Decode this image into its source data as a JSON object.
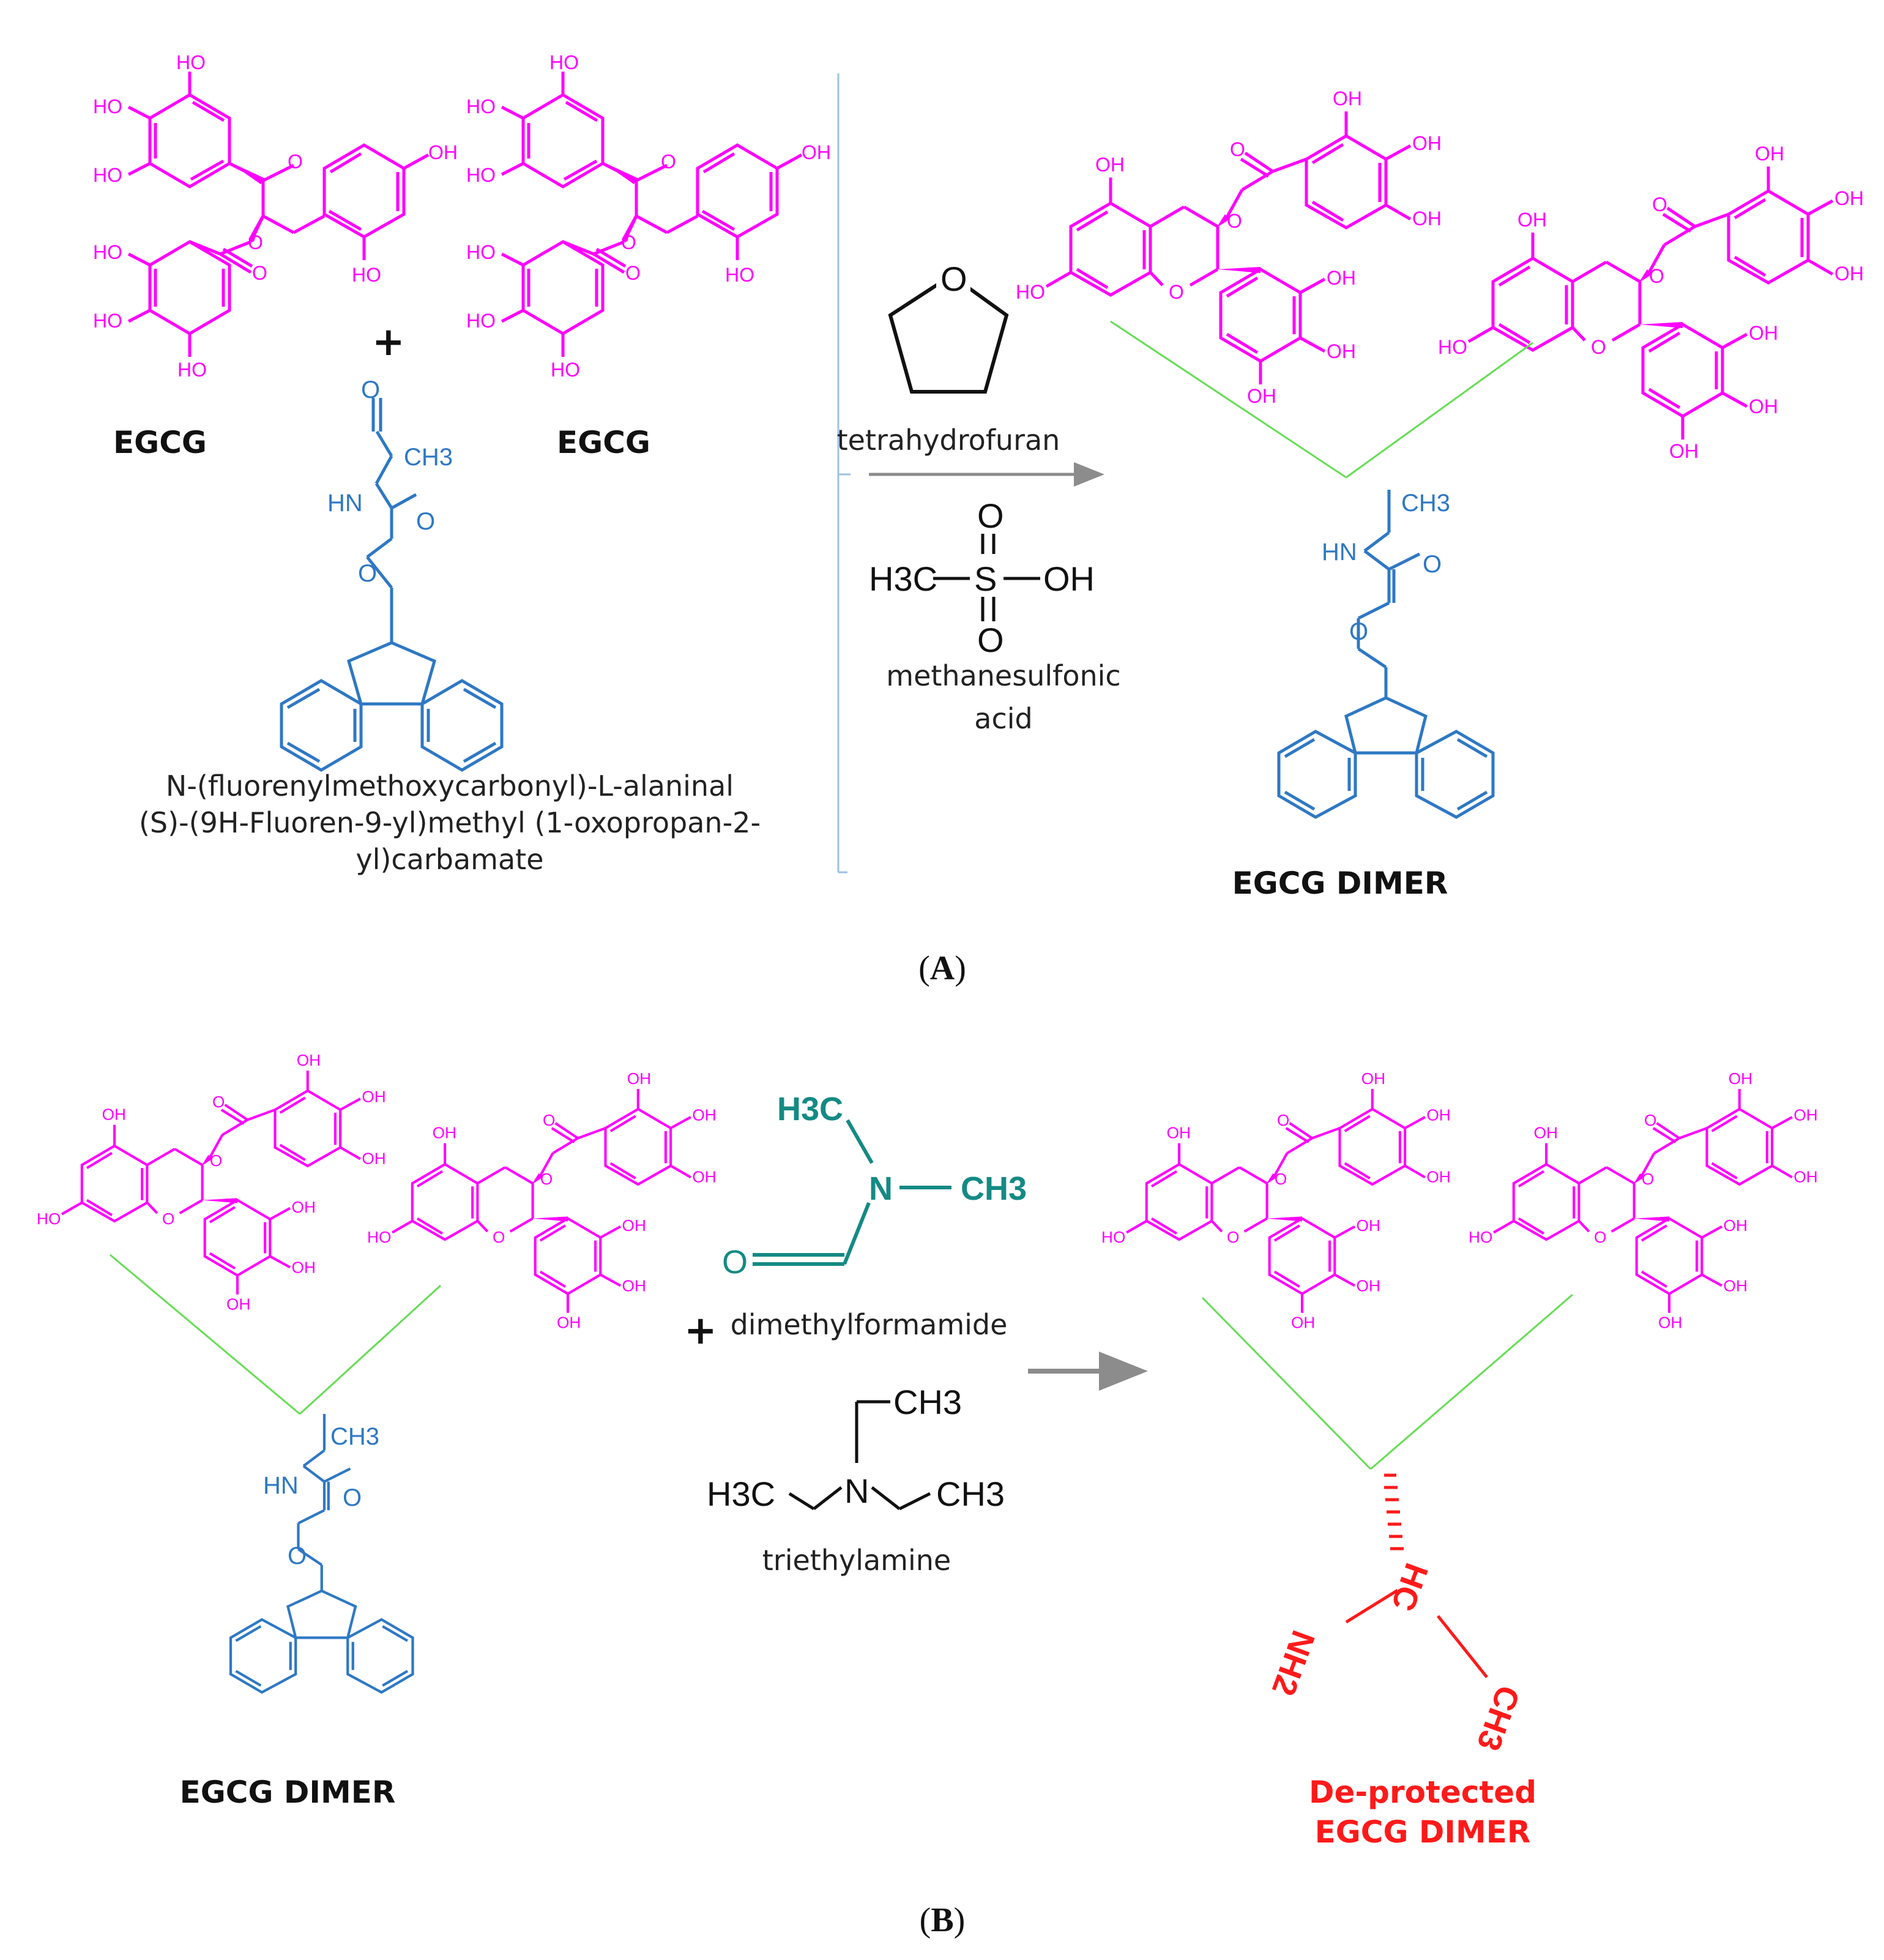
{
  "panel_a": {
    "label_open": "(",
    "label_letter": "A",
    "label_close": ")",
    "reactant_left": "EGCG",
    "reactant_right": "EGCG",
    "plus": "+",
    "reagent_name_line1": "N-(fluorenylmethoxycarbonyl)-L-alaninal",
    "reagent_name_line2": "(S)-(9H-Fluoren-9-yl)methyl (1-oxopropan-2-",
    "reagent_name_line3": "yl)carbamate",
    "solvent": "tetrahydrofuran",
    "catalyst_line1": "methanesulfonic",
    "catalyst_line2": "acid",
    "product": "EGCG DIMER"
  },
  "panel_b": {
    "label_open": "(",
    "label_letter": "B",
    "label_close": ")",
    "reactant": "EGCG DIMER",
    "plus": "+",
    "reagent1": "dimethylformamide",
    "reagent2": "triethylamine",
    "product_line1": "De-protected",
    "product_line2": "EGCG DIMER"
  },
  "atoms": {
    "oh": "OH",
    "ho": "HO",
    "o": "O",
    "hn": "HN",
    "ch3": "CH3",
    "h3c": "H3C",
    "s": "S",
    "n": "N",
    "hc": "HC",
    "nh2": "NH2"
  },
  "colors": {
    "egcg": "#ff00ff",
    "fmoc": "#2e78c4",
    "linker": "#66dd55",
    "dmf": "#148a84",
    "deprotected": "#ff1a1a",
    "arrow": "#8c8c8c",
    "divider": "#9ec1e6"
  }
}
